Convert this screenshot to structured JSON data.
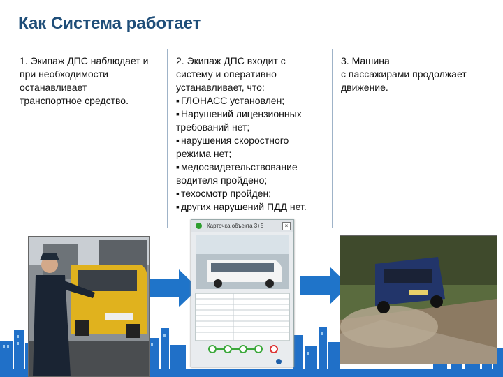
{
  "title": "Как Система работает",
  "columns": [
    {
      "lines": [
        "1. Экипаж ДПС наблюдает и",
        "при необходимости",
        "останавливает",
        "транспортное средство."
      ]
    },
    {
      "lines": [
        "2. Экипаж ДПС входит с",
        "систему и оперативно",
        "устанавливает, что:"
      ],
      "bullets": [
        "ГЛОНАСС установлен;",
        "Нарушений лицензионных",
        "требований нет;",
        "нарушения скоростного",
        "режима нет;",
        "медосвидетельствование",
        "водителя пройдено;",
        "техосмотр пройден;",
        "других нарушений ПДД нет."
      ]
    },
    {
      "lines": [
        "3. Машина",
        "с пассажирами продолжает",
        "движение."
      ]
    }
  ],
  "card": {
    "header": "Карточка объекта 3+5"
  },
  "colors": {
    "title": "#1f4e79",
    "arrow": "#1f74c9",
    "skyline": "#2070c8"
  }
}
